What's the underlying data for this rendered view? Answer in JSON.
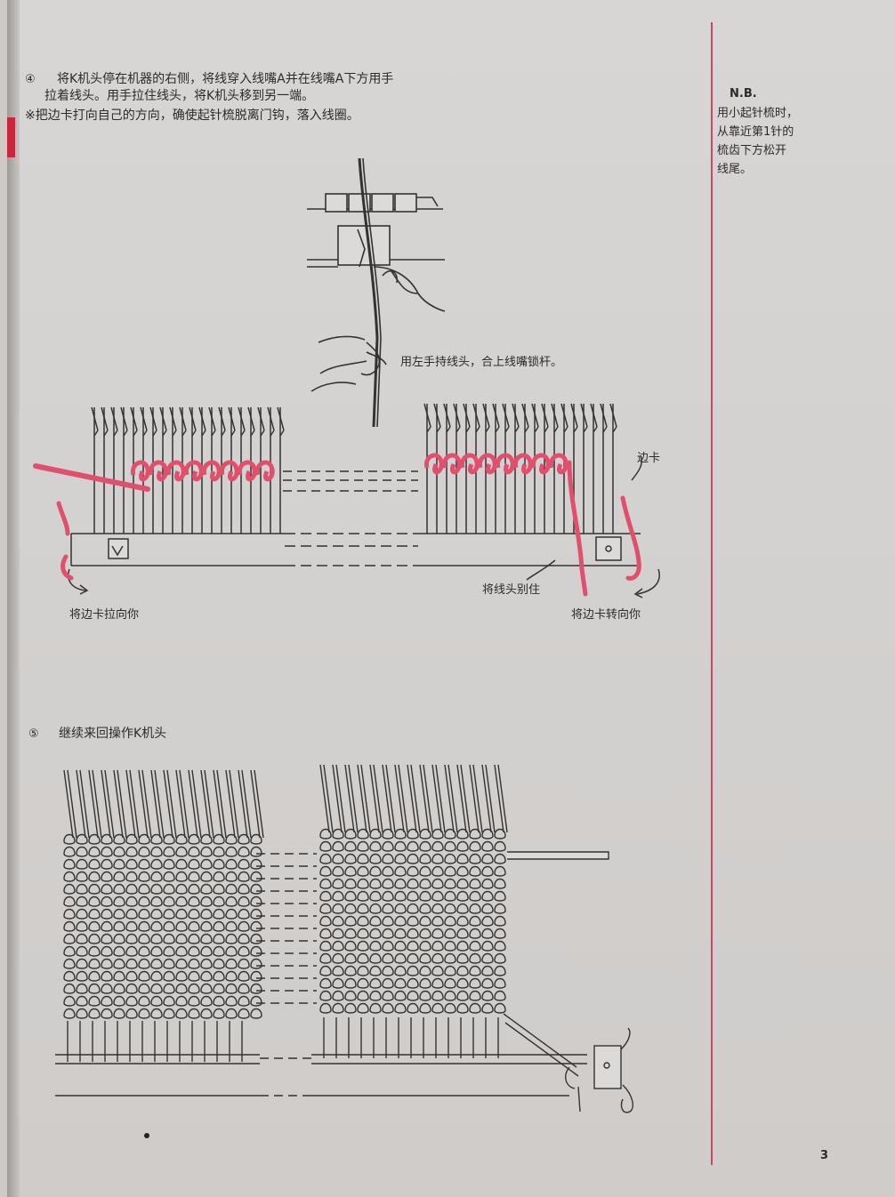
{
  "step4": {
    "number": "④",
    "line1": "将K机头停在机器的右侧，将线穿入线嘴A并在线嘴A下方用手",
    "line2": "拉着线头。用手拉住线头，将K机头移到另一端。",
    "note": "※把边卡打向自己的方向，确使起针梳脱离门钩，落入线圈。"
  },
  "figure_top": {
    "caption": "用左手持线头，合上线嘴锁杆。"
  },
  "figure_mid": {
    "label_side_clip": "边卡",
    "label_pull_left": "将边卡拉向你",
    "label_pin": "将线头别住",
    "label_turn_right": "将边卡转向你"
  },
  "step5": {
    "number": "⑤",
    "text": "继续来回操作K机头"
  },
  "sidebar": {
    "title": "N.B.",
    "lines": [
      "用小起针梳时，",
      "从靠近第1针的",
      "梳齿下方松开",
      "线尾。"
    ]
  },
  "page_number": "3",
  "colors": {
    "yarn_red": "#e0506c",
    "rule_red": "#d0475f",
    "ink": "#333333"
  }
}
